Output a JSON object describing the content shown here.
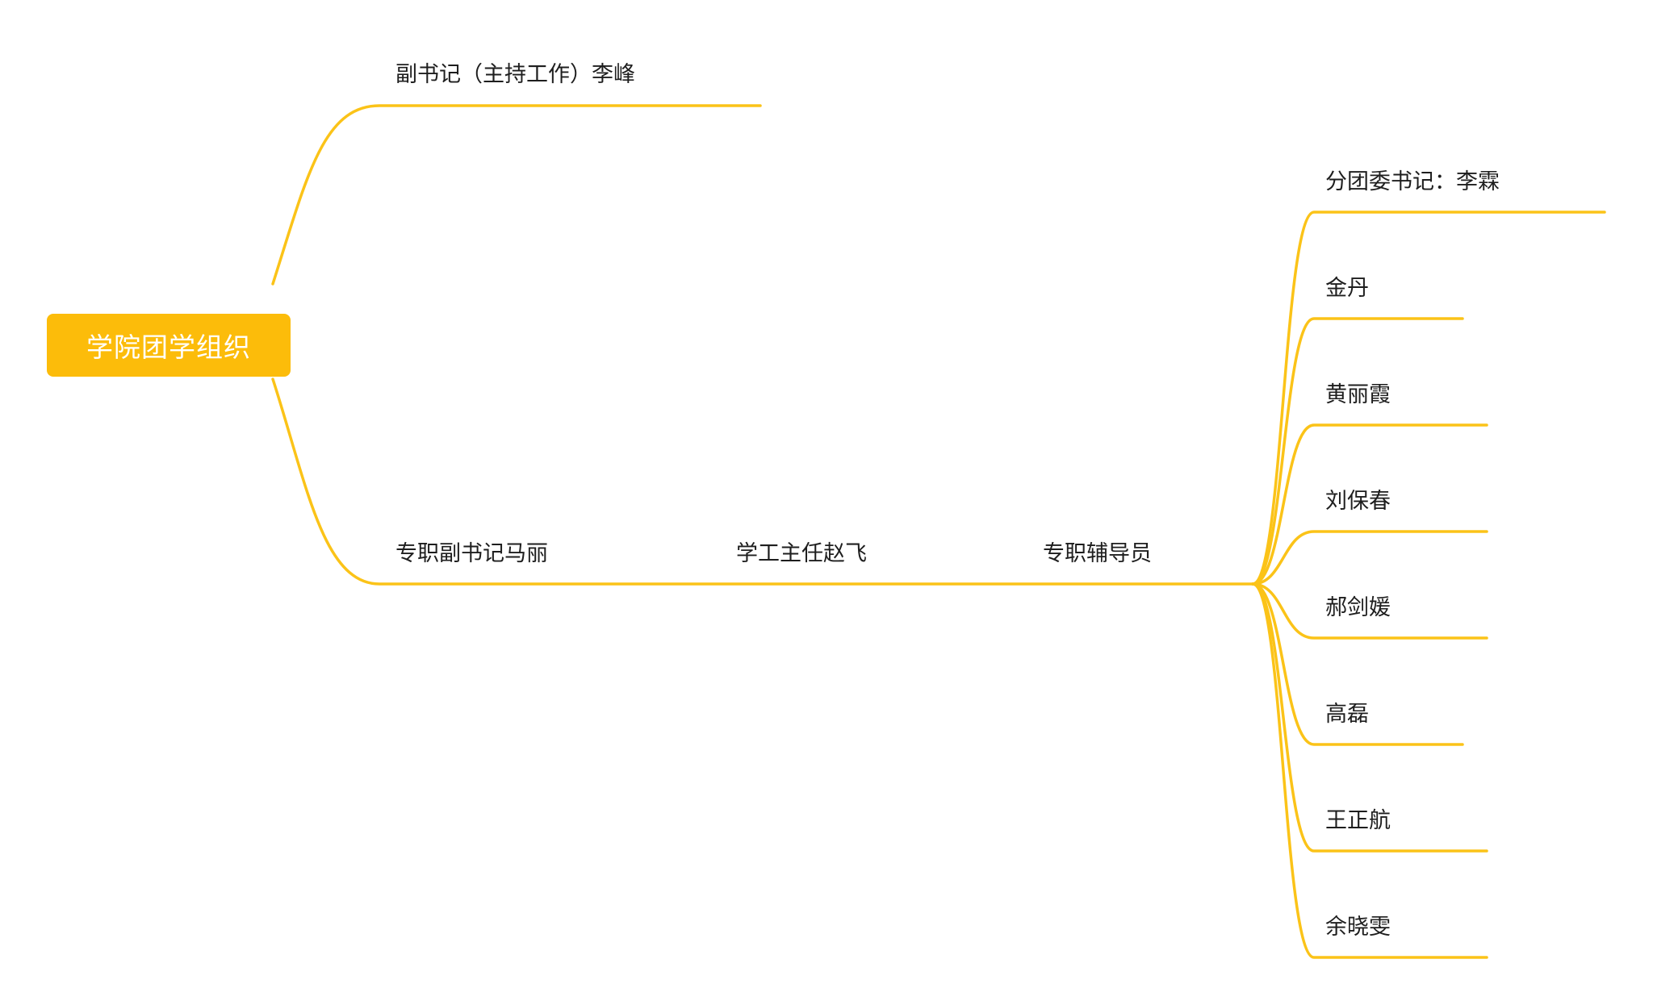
{
  "root": {
    "label": "学院团学组织"
  },
  "branches": {
    "deputy_secretary": "副书记（主持工作）李峰",
    "fulltime_deputy_secretary": "专职副书记马丽",
    "student_affairs_director": "学工主任赵飞",
    "fulltime_counselors": "专职辅导员"
  },
  "counselors": [
    "分团委书记：李霖",
    "金丹",
    "黄丽霞",
    "刘保春",
    "郝剑媛",
    "高磊",
    "王正航",
    "余晓雯"
  ],
  "colors": {
    "accent": "#FCBC0A",
    "connector": "#FBC318",
    "text": "#1e1e1e",
    "root_text": "#ffffff"
  }
}
